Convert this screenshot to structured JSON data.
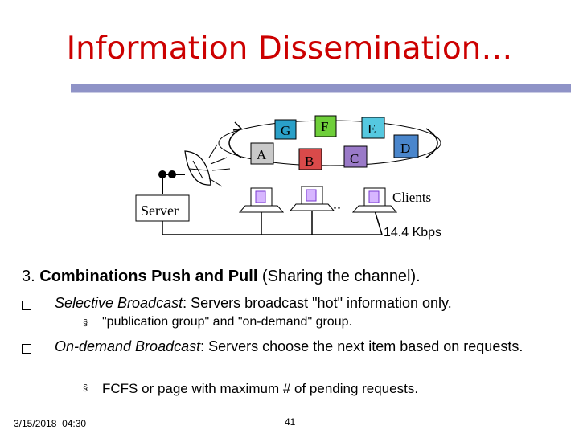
{
  "slide": {
    "title": "Information Dissemination…",
    "diagram": {
      "items": [
        "G",
        "F",
        "E",
        "A",
        "B",
        "C",
        "D"
      ],
      "server_label": "Server",
      "clients_label": "Clients",
      "ellipsis": "..",
      "bandwidth_label": "14.4 Kbps"
    },
    "heading": {
      "number": "3.",
      "bold": "Combinations Push and Pull",
      "rest": " (Sharing the channel)."
    },
    "bullets": [
      {
        "term": "Selective Broadcast",
        "text": ": Servers broadcast \"hot\" information only.",
        "sub": "\"publication group\" and \"on-demand\" group."
      },
      {
        "term": "On-demand Broadcast",
        "text": ": Servers choose the next item based on requests.",
        "sub": "FCFS or page with maximum # of pending requests."
      }
    ],
    "sub_marker": "§",
    "footer": {
      "date": "3/15/2018",
      "time": "04:30",
      "page": "41"
    }
  }
}
